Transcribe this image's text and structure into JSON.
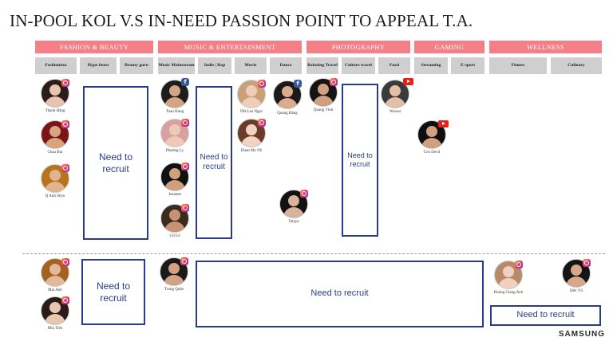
{
  "title": "IN-POOL KOL V.S IN-NEED PASSION POINT TO APPEAL T.A.",
  "categories": [
    {
      "label": "FASHION & BEAUTY"
    },
    {
      "label": "MUSIC & ENTERTAINMENT"
    },
    {
      "label": "PHOTOGRAPHY"
    },
    {
      "label": "GAMING"
    },
    {
      "label": "WELLNESS"
    }
  ],
  "subcategories": [
    {
      "label": "Fashionista"
    },
    {
      "label": "Hype beast"
    },
    {
      "label": "Beauty guru"
    },
    {
      "label": "Music Mainstream"
    },
    {
      "label": "Indie | Rap"
    },
    {
      "label": "Movie"
    },
    {
      "label": "Dance"
    },
    {
      "label": "Relaxing Travel"
    },
    {
      "label": "Culture travel"
    },
    {
      "label": "Food"
    },
    {
      "label": "Streaming"
    },
    {
      "label": "E-sport"
    },
    {
      "label": "Fitness"
    },
    {
      "label": "Culinary"
    }
  ],
  "kols": [
    {
      "name": "Thanh Hằng",
      "badge": "instagram",
      "skin": "#e8c4b0",
      "hair": "#2b1d1a"
    },
    {
      "name": "Chau Bui",
      "badge": "instagram",
      "skin": "#d9a37e",
      "hair": "#7a1616"
    },
    {
      "name": "Q Anh Shyn",
      "badge": "instagram",
      "skin": "#e0b48f",
      "hair": "#b8731f"
    },
    {
      "name": "Toan Hung",
      "badge": "facebook",
      "skin": "#d3a585",
      "hair": "#1d1d1d"
    },
    {
      "name": "Phương Ly",
      "badge": "instagram",
      "skin": "#f0c8b8",
      "hair": "#d9a0a0"
    },
    {
      "name": "Justatee",
      "badge": "instagram",
      "skin": "#cfa07e",
      "hair": "#111111"
    },
    {
      "name": "Gil Lê",
      "badge": "instagram",
      "skin": "#c99272",
      "hair": "#3a2b1e"
    },
    {
      "name": "NĐ Lan Ngọc",
      "badge": "instagram",
      "skin": "#f0cdb8",
      "hair": "#caa078"
    },
    {
      "name": "Quang Đăng",
      "badge": "facebook",
      "skin": "#dbab8b",
      "hair": "#1a1a1a"
    },
    {
      "name": "Diem My 9X",
      "badge": "instagram",
      "skin": "#f2d2c2",
      "hair": "#6b3c2a"
    },
    {
      "name": "Tatyps",
      "badge": "instagram",
      "skin": "#d8b39a",
      "hair": "#121212"
    },
    {
      "name": "Quang Vinh",
      "badge": "instagram",
      "skin": "#cf9f80",
      "hair": "#141414"
    },
    {
      "name": "Woossi",
      "badge": "youtube",
      "skin": "#e5bfa5",
      "hair": "#3a3a3a"
    },
    {
      "name": "Cris Devil",
      "badge": "youtube",
      "skin": "#d0a080",
      "hair": "#0f0f0f"
    },
    {
      "name": "Mai Anh",
      "badge": "instagram",
      "skin": "#e3b899",
      "hair": "#a3621f"
    },
    {
      "name": "Miu Tiên",
      "badge": "instagram",
      "skin": "#e9c6b0",
      "hair": "#2a1c18"
    },
    {
      "name": "Trung Quân",
      "badge": "instagram",
      "skin": "#d2a283",
      "hair": "#1a1a1a"
    },
    {
      "name": "Hoàng Giang Anh",
      "badge": "instagram",
      "skin": "#f0d0c0",
      "hair": "#b98a6a"
    },
    {
      "name": "Đức Vũ",
      "badge": "instagram",
      "skin": "#d6a888",
      "hair": "#151515"
    }
  ],
  "recruit_label": "Need to recruit",
  "colors": {
    "category": "#f47f87",
    "subcategory": "#cfcfcf",
    "recruit_border": "#2c3b87"
  },
  "brand": "SAMSUNG"
}
